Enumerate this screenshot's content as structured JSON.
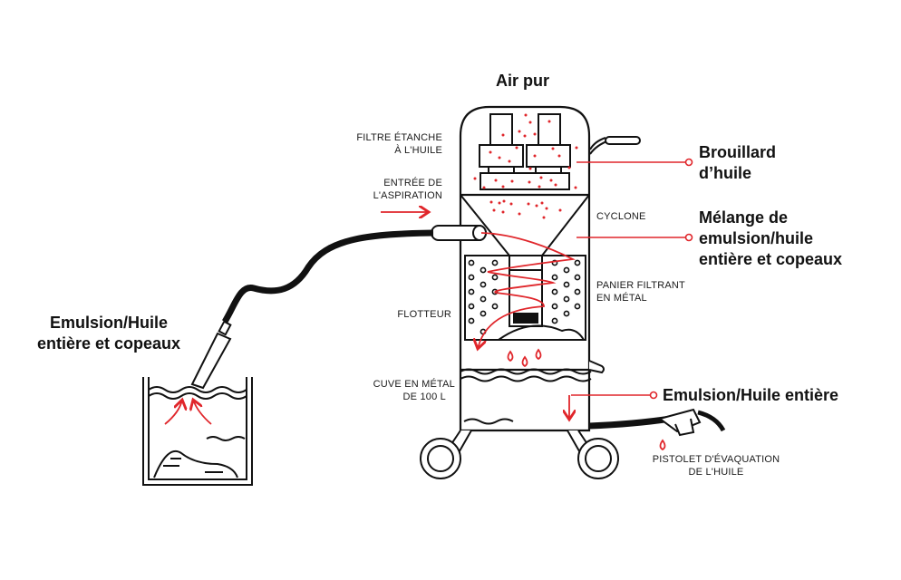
{
  "colors": {
    "accent": "#e0262b",
    "stroke": "#111111",
    "background": "#ffffff"
  },
  "title_top": "Air pur",
  "labels": {
    "filtre_line1": "FILTRE ÉTANCHE",
    "filtre_line2": "À L'HUILE",
    "entree_line1": "ENTRÉE DE",
    "entree_line2": "L'ASPIRATION",
    "cyclone": "CYCLONE",
    "panier_line1": "PANIER FILTRANT",
    "panier_line2": "EN MÉTAL",
    "flotteur": "FLOTTEUR",
    "cuve_line1": "CUVE EN MÉTAL",
    "cuve_line2": "DE 100 L",
    "pistolet_line1": "PISTOLET D'ÉVAQUATION",
    "pistolet_line2": "DE L'HUILE"
  },
  "callouts": {
    "brouillard_line1": "Brouillard",
    "brouillard_line2": "d’huile",
    "melange_line1": "Mélange de",
    "melange_line2": "emulsion/huile",
    "melange_line3": "entière et copeaux",
    "emulsion_entiere": "Emulsion/Huile entière",
    "source_line1": "Emulsion/Huile",
    "source_line2": "entière et copeaux"
  },
  "icons": {
    "droplet": "oil-droplet-icon",
    "arrow": "flow-arrow-icon",
    "callout_dot": "callout-circle-icon"
  }
}
